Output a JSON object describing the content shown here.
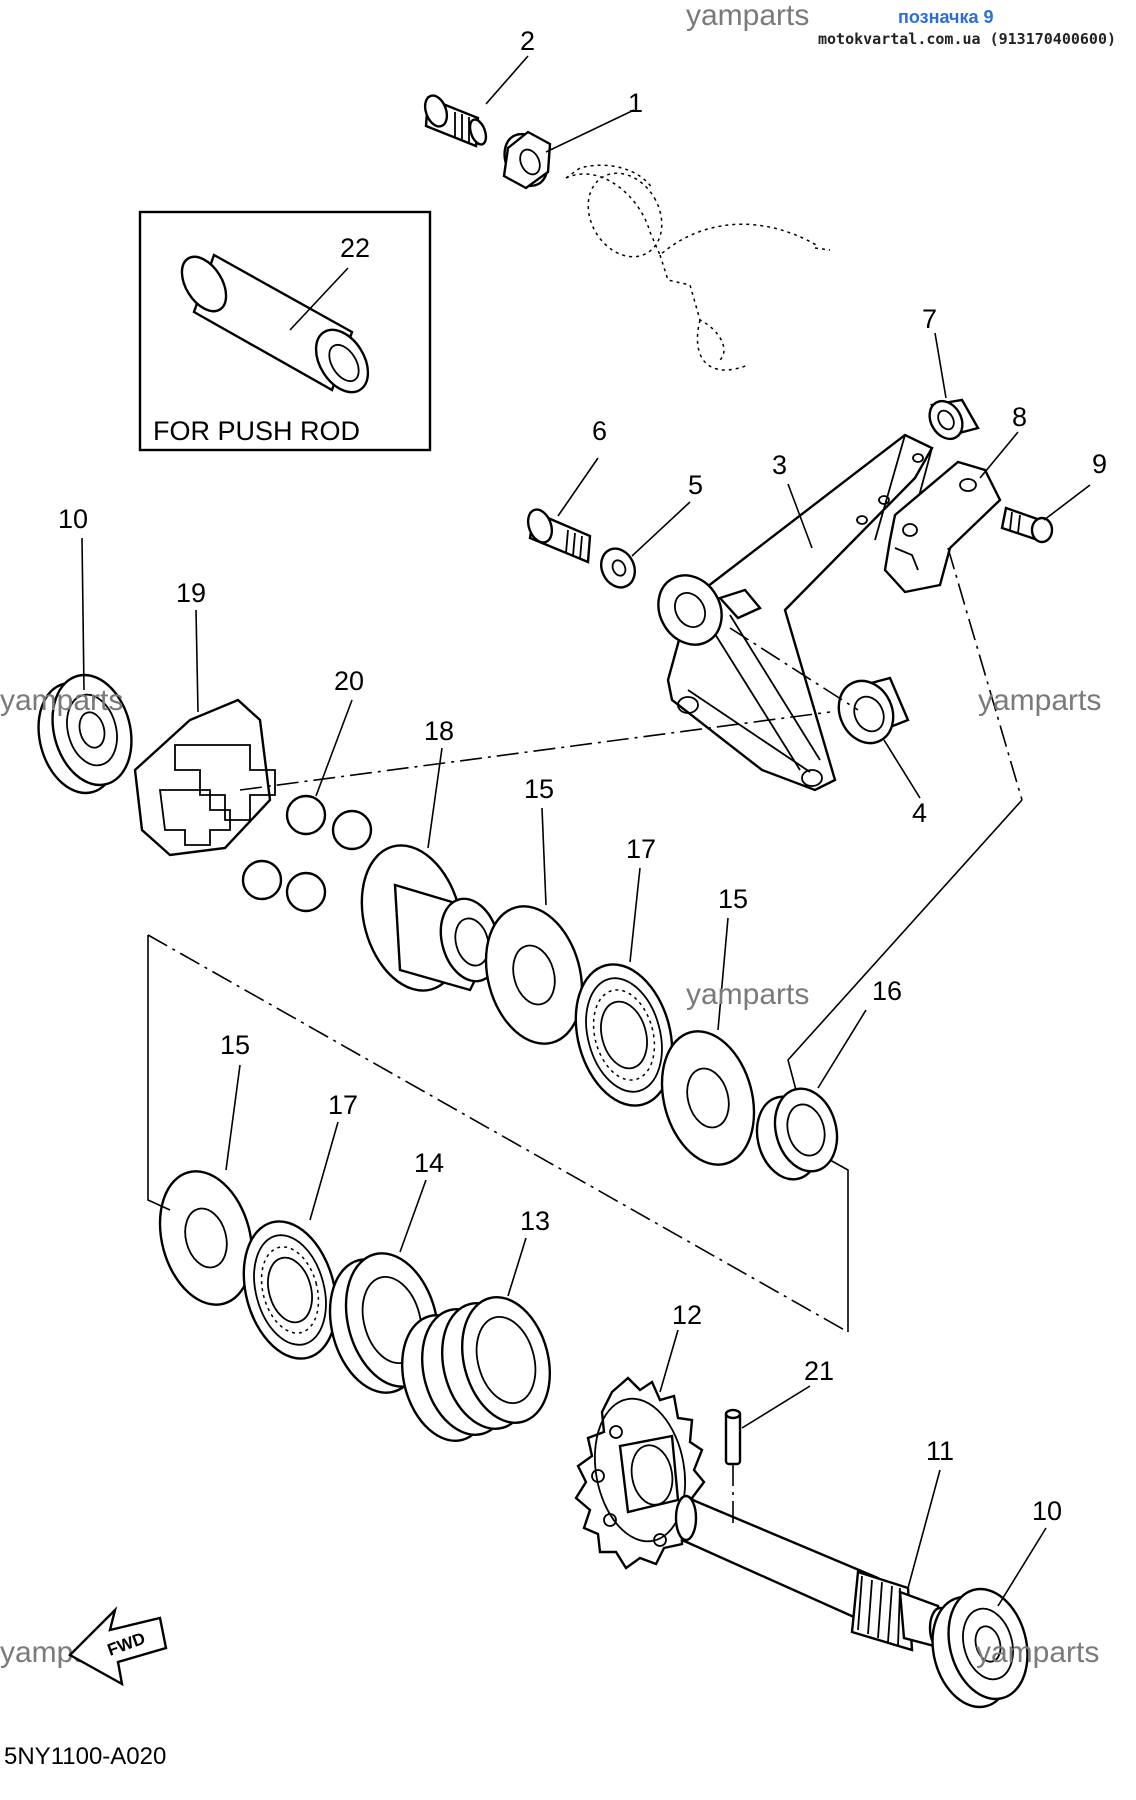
{
  "header": {
    "watermark": "yamparts",
    "tag": "позначка 9",
    "source": "motokvartal.com.ua (913170400600)"
  },
  "inset_box": {
    "caption": "FOR PUSH ROD",
    "part_number": "22"
  },
  "callouts": {
    "c1": "1",
    "c2": "2",
    "c3": "3",
    "c4": "4",
    "c5": "5",
    "c6": "6",
    "c7": "7",
    "c8": "8",
    "c9": "9",
    "c10a": "10",
    "c10b": "10",
    "c11": "11",
    "c12": "12",
    "c13": "13",
    "c14": "14",
    "c15a": "15",
    "c15b": "15",
    "c15c": "15",
    "c16": "16",
    "c17a": "17",
    "c17b": "17",
    "c18": "18",
    "c19": "19",
    "c20": "20",
    "c21": "21"
  },
  "watermarks": [
    "yamparts",
    "yamparts",
    "yamparts",
    "yamparts",
    "yamparts"
  ],
  "direction_mark": "FWD",
  "diagram_code": "5NY1100-A020",
  "colors": {
    "ink": "#000000",
    "tag_blue": "#2b6fd6",
    "watermark_gray": "#7a7a7a"
  }
}
